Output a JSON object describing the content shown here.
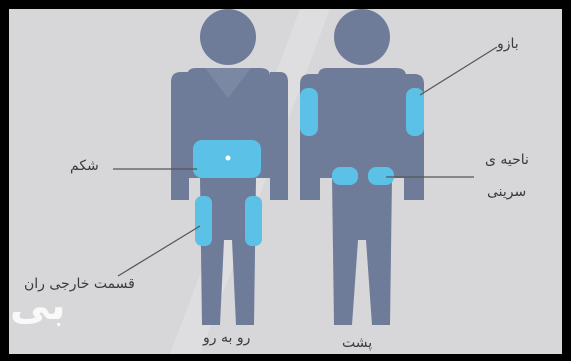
{
  "labels": {
    "arm": "بازو",
    "abdomen": "شکم",
    "buttock_line1": "ناحیه ی",
    "buttock_line2": "سرینی",
    "thigh": "قسمت خارجی ران",
    "front": "رو به رو",
    "back": "پشت"
  },
  "watermark": "بی",
  "colors": {
    "background": "#d7d7d9",
    "figure": "#6e7c99",
    "injection_area": "#5cc1e6",
    "frame": "#000000",
    "leader_line": "#555555"
  },
  "icons": [
    "front-body-figure",
    "back-body-figure"
  ]
}
